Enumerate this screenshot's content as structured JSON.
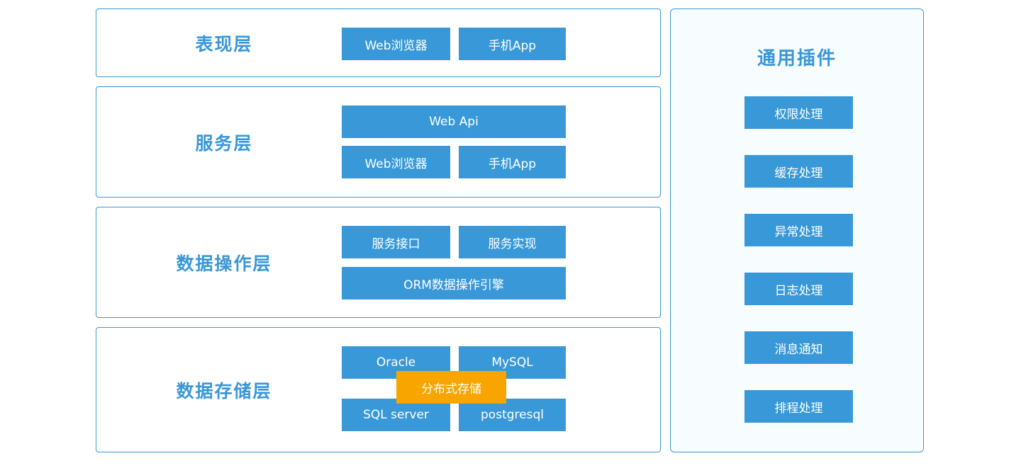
{
  "diagram": {
    "layers": [
      {
        "title": "表现层",
        "buttons": [
          "Web浏览器",
          "手机App"
        ]
      },
      {
        "title": "服务层",
        "buttons": [
          "Web Api",
          "Web浏览器",
          "手机App"
        ]
      },
      {
        "title": "数据操作层",
        "buttons": [
          "服务接口",
          "服务实现",
          "ORM数据操作引擎"
        ]
      },
      {
        "title": "数据存储层",
        "buttons": [
          "Oracle",
          "MySQL",
          "SQL server",
          "postgresql"
        ],
        "overlay": "分布式存储"
      }
    ],
    "plugins": {
      "title": "通用插件",
      "items": [
        "权限处理",
        "缓存处理",
        "异常处理",
        "日志处理",
        "消息通知",
        "排程处理"
      ]
    }
  },
  "colors": {
    "block_blue": "#3999d8",
    "border_blue": "#3a98d8",
    "title_blue": "#3a97d6",
    "overlay_orange": "#f9a500",
    "panel_bg": "#f7fcff"
  }
}
